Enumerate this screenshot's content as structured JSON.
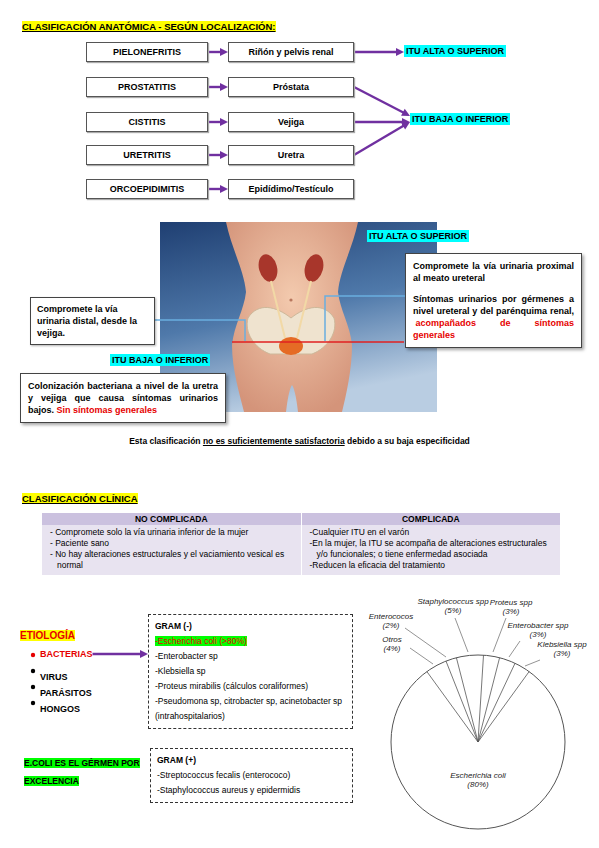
{
  "diagram": {
    "nodes": [
      {
        "text": [
          "PIELONEFRITIS"
        ]
      },
      {
        "text": [
          "Riñón y pelvis renal"
        ]
      },
      {
        "text": [
          "ITU ALTA O SUPERIOR"
        ]
      },
      {
        "text": [
          "PROSTATITIS"
        ]
      },
      {
        "text": [
          "Próstata"
        ]
      },
      {
        "text": [
          "CISTITIS"
        ]
      },
      {
        "text": [
          "Vejiga"
        ]
      },
      {
        "text": [
          "ITU BAJA O INFERIOR"
        ]
      },
      {
        "text": [
          "URETRITIS"
        ]
      },
      {
        "text": [
          "Uretra"
        ]
      },
      {
        "text": [
          "ORCOEPIDIMITIS"
        ]
      },
      {
        "text": [
          "Epidídimo/Testículo"
        ]
      },
      {
        "text": [
          "ITU ALTA O SUPERIOR",
          "Compromete la vía urinaria proximal al meato ureteral",
          "Síntomas urinarios por gérmenes a nivel ureteral y del parénquima renal,",
          "acompañados de síntomas generales"
        ]
      },
      {
        "text": [
          "Compromete la vía urinaria distal, desde la vejiga."
        ]
      },
      {
        "text": [
          "ITU BAJA O INFERIOR",
          "Colonización bacteriana a nivel de la uretra y vejiga que causa síntomas urinarios bajos.",
          "Sin síntomas generales"
        ]
      },
      {
        "text": [
          "BACTERIAS"
        ]
      },
      {
        "text": [
          "GRAM (-)",
          "-Escherichia coli (>80%)",
          "-Enterobacter sp",
          "-Klebsiella sp",
          "-Proteus mirabilis (cálculos coraliformes)",
          "-Pseudomona sp, citrobacter sp, acinetobacter sp (intrahospitalarios)"
        ]
      },
      {
        "text": [
          "GRAM (+)",
          "-Streptococcus fecalis (enterococo)",
          "-Staphylococcus aureus y epidermidis"
        ]
      }
    ],
    "edges": [
      {
        "from": 0,
        "to": 1,
        "arrow": "to"
      },
      {
        "from": 1,
        "to": 2,
        "arrow": "to"
      },
      {
        "from": 3,
        "to": 4,
        "arrow": "to"
      },
      {
        "from": 4,
        "to": 7,
        "arrow": "to"
      },
      {
        "from": 5,
        "to": 6,
        "arrow": "to"
      },
      {
        "from": 6,
        "to": 7,
        "arrow": "to"
      },
      {
        "from": 8,
        "to": 9,
        "arrow": "to"
      },
      {
        "from": 9,
        "to": 7,
        "arrow": "to"
      },
      {
        "from": 10,
        "to": 11,
        "arrow": "to"
      },
      {
        "from": 15,
        "to": 16,
        "arrow": "to"
      }
    ],
    "labels": [
      "CLASIFICACIÓN ANATÓMICA - SEGÚN LOCALIZACIÓN:",
      "Esta clasificación",
      "no es suficientemente satisfactoria",
      "debido a su baja especificidad",
      "CLASIFICACIÓN CLÍNICA",
      "NO COMPLICADA",
      "COMPLICADA",
      "- Compromete solo la vía urinaria inferior de la mujer",
      "- Paciente sano",
      "- No hay alteraciones estructurales y el vaciamiento vesical es normal",
      "-Cualquier ITU en el varón",
      "-En la mujer, la ITU se acompaña de alteraciones estructurales y/o funcionales; o tiene enfermedad asociada",
      "-Reducen la eficacia del tratamiento",
      "ETIOLOGÍA",
      "VIRUS",
      "PARÁSITOS",
      "HONGOS",
      "E.COLI ES EL GÉRMEN POR EXCELENCIA",
      "Staphylococcus spp (5%)",
      "Enterococos (2%)",
      "Proteus spp (3%)",
      "Enterobacter spp (3%)",
      "Otros (4%)",
      "Klebsiella spp (3%)",
      "Escherichia coli (80%)"
    ]
  }
}
